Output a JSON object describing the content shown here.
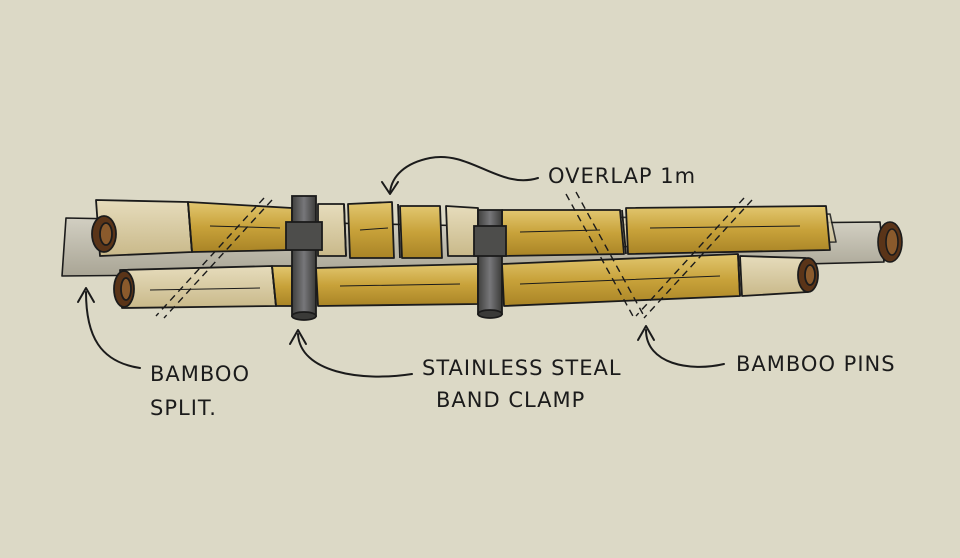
{
  "labels": {
    "overlap": "OVERLAP 1m",
    "bamboo_split_line1": "BAMBOO",
    "bamboo_split_line2": "SPLIT.",
    "clamp_line1": "STAINLESS STEAL",
    "clamp_line2": "BAND CLAMP",
    "pins": "BAMBOO PINS"
  },
  "colors": {
    "background": "#dcd9c6",
    "bamboo_light": "#d8c690",
    "bamboo_gold": "#c8a23a",
    "bamboo_grey": "#b8b3a4",
    "bamboo_end": "#5a3418",
    "clamp": "#5a5a58",
    "ink": "#1b1b1b"
  },
  "icons": [
    "overlap-arrow-icon",
    "split-arrow-icon",
    "clamp-arrow-icon",
    "pins-arrow-icon"
  ]
}
